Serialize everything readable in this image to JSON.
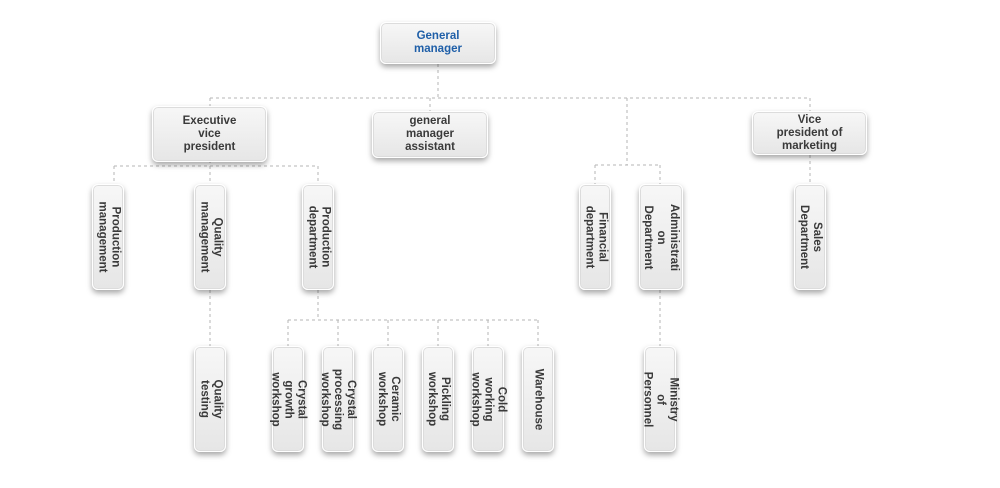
{
  "org_chart": {
    "general_manager": "General\nmanager",
    "executive_vp": "Executive\nvice\npresident",
    "gm_assistant": "general\nmanager\nassistant",
    "vp_marketing": "Vice\npresident of\nmarketing",
    "production_management": "Production\nmanagement",
    "quality_management": "Quality\nmanagement",
    "production_department": "Production\ndepartment",
    "financial_department": "Financial\ndepartment",
    "administration_department": "Administrati\non\nDepartment",
    "sales_department": "Sales\nDepartment",
    "quality_testing": "Quality testing",
    "crystal_growth_workshop": "Crystal growth\nworkshop",
    "crystal_processing_workshop": "Crystal processing\nworkshop",
    "ceramic_workshop": "Ceramic\nworkshop",
    "pickling_workshop": "Pickling\nworkshop",
    "cold_working_workshop": "Cold working\nworkshop",
    "warehouse": "Warehouse",
    "ministry_of_personnel": "Ministry of\nPersonnel"
  },
  "colors": {
    "general_manager_text": "#1f5fa8",
    "node_text": "#3a3a3a",
    "connector": "#b5b5b5"
  }
}
